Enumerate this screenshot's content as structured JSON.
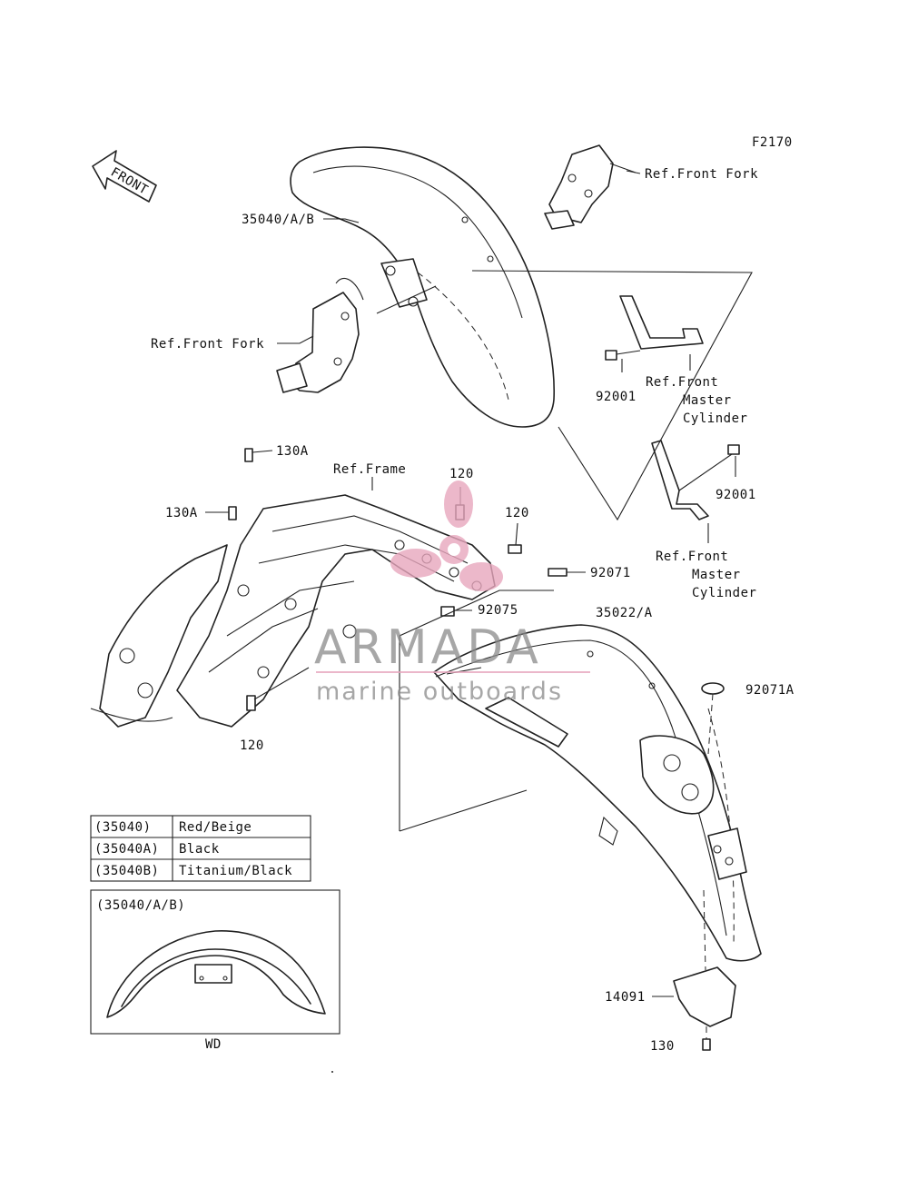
{
  "figure_code": "F2170",
  "front_arrow": "FRONT",
  "callouts": {
    "front_fender": "35040/A/B",
    "ref_front_fork_right": "Ref.Front Fork",
    "ref_front_fork_left": "Ref.Front Fork",
    "bolt_92001_upper": "92001",
    "ref_master_cyl_upper": [
      "Ref.Front",
      "Master",
      "Cylinder"
    ],
    "bolt_130a_upper": "130A",
    "bolt_130a_lower": "130A",
    "ref_frame": "Ref.Frame",
    "bolt_120_upper": "120",
    "bolt_120_mid": "120",
    "bolt_120_lower": "120",
    "bolt_92001_lower": "92001",
    "ref_master_cyl_lower": [
      "Ref.Front",
      "Master",
      "Cylinder"
    ],
    "part_92071": "92071",
    "part_92075": "92075",
    "rear_fender": "35022/A",
    "part_92071a": "92071A",
    "part_14091": "14091",
    "bolt_130": "130"
  },
  "color_table": [
    {
      "code": "(35040)",
      "color": "Red/Beige"
    },
    {
      "code": "(35040A)",
      "color": "Black"
    },
    {
      "code": "(35040B)",
      "color": "Titanium/Black"
    }
  ],
  "inset": {
    "title": "(35040/A/B)",
    "caption": "WD"
  },
  "watermark": {
    "brand": "ARMADA",
    "tagline": "marine outboards"
  }
}
